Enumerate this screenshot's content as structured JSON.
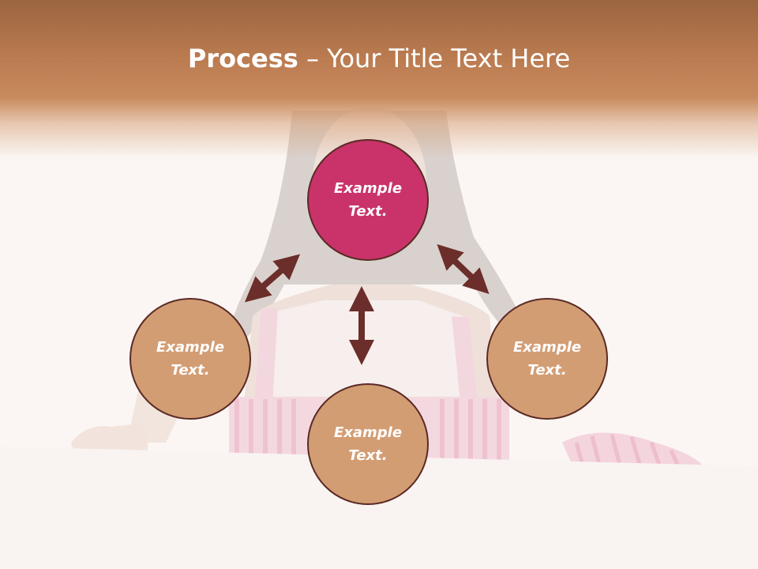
{
  "slide": {
    "title_bold": "Process",
    "title_rest": " – Your Title Text Here"
  },
  "nodes": [
    {
      "id": "top",
      "label": "Example Text.",
      "color": "#c9336a"
    },
    {
      "id": "left",
      "label": "Example Text.",
      "color": "#d39d74"
    },
    {
      "id": "right",
      "label": "Example Text.",
      "color": "#d39d74"
    },
    {
      "id": "bottom",
      "label": "Example Text.",
      "color": "#d39d74"
    }
  ],
  "colors": {
    "header": "#b97a4f",
    "arrow": "#6b2e2a",
    "outline": "#5a2a24"
  }
}
